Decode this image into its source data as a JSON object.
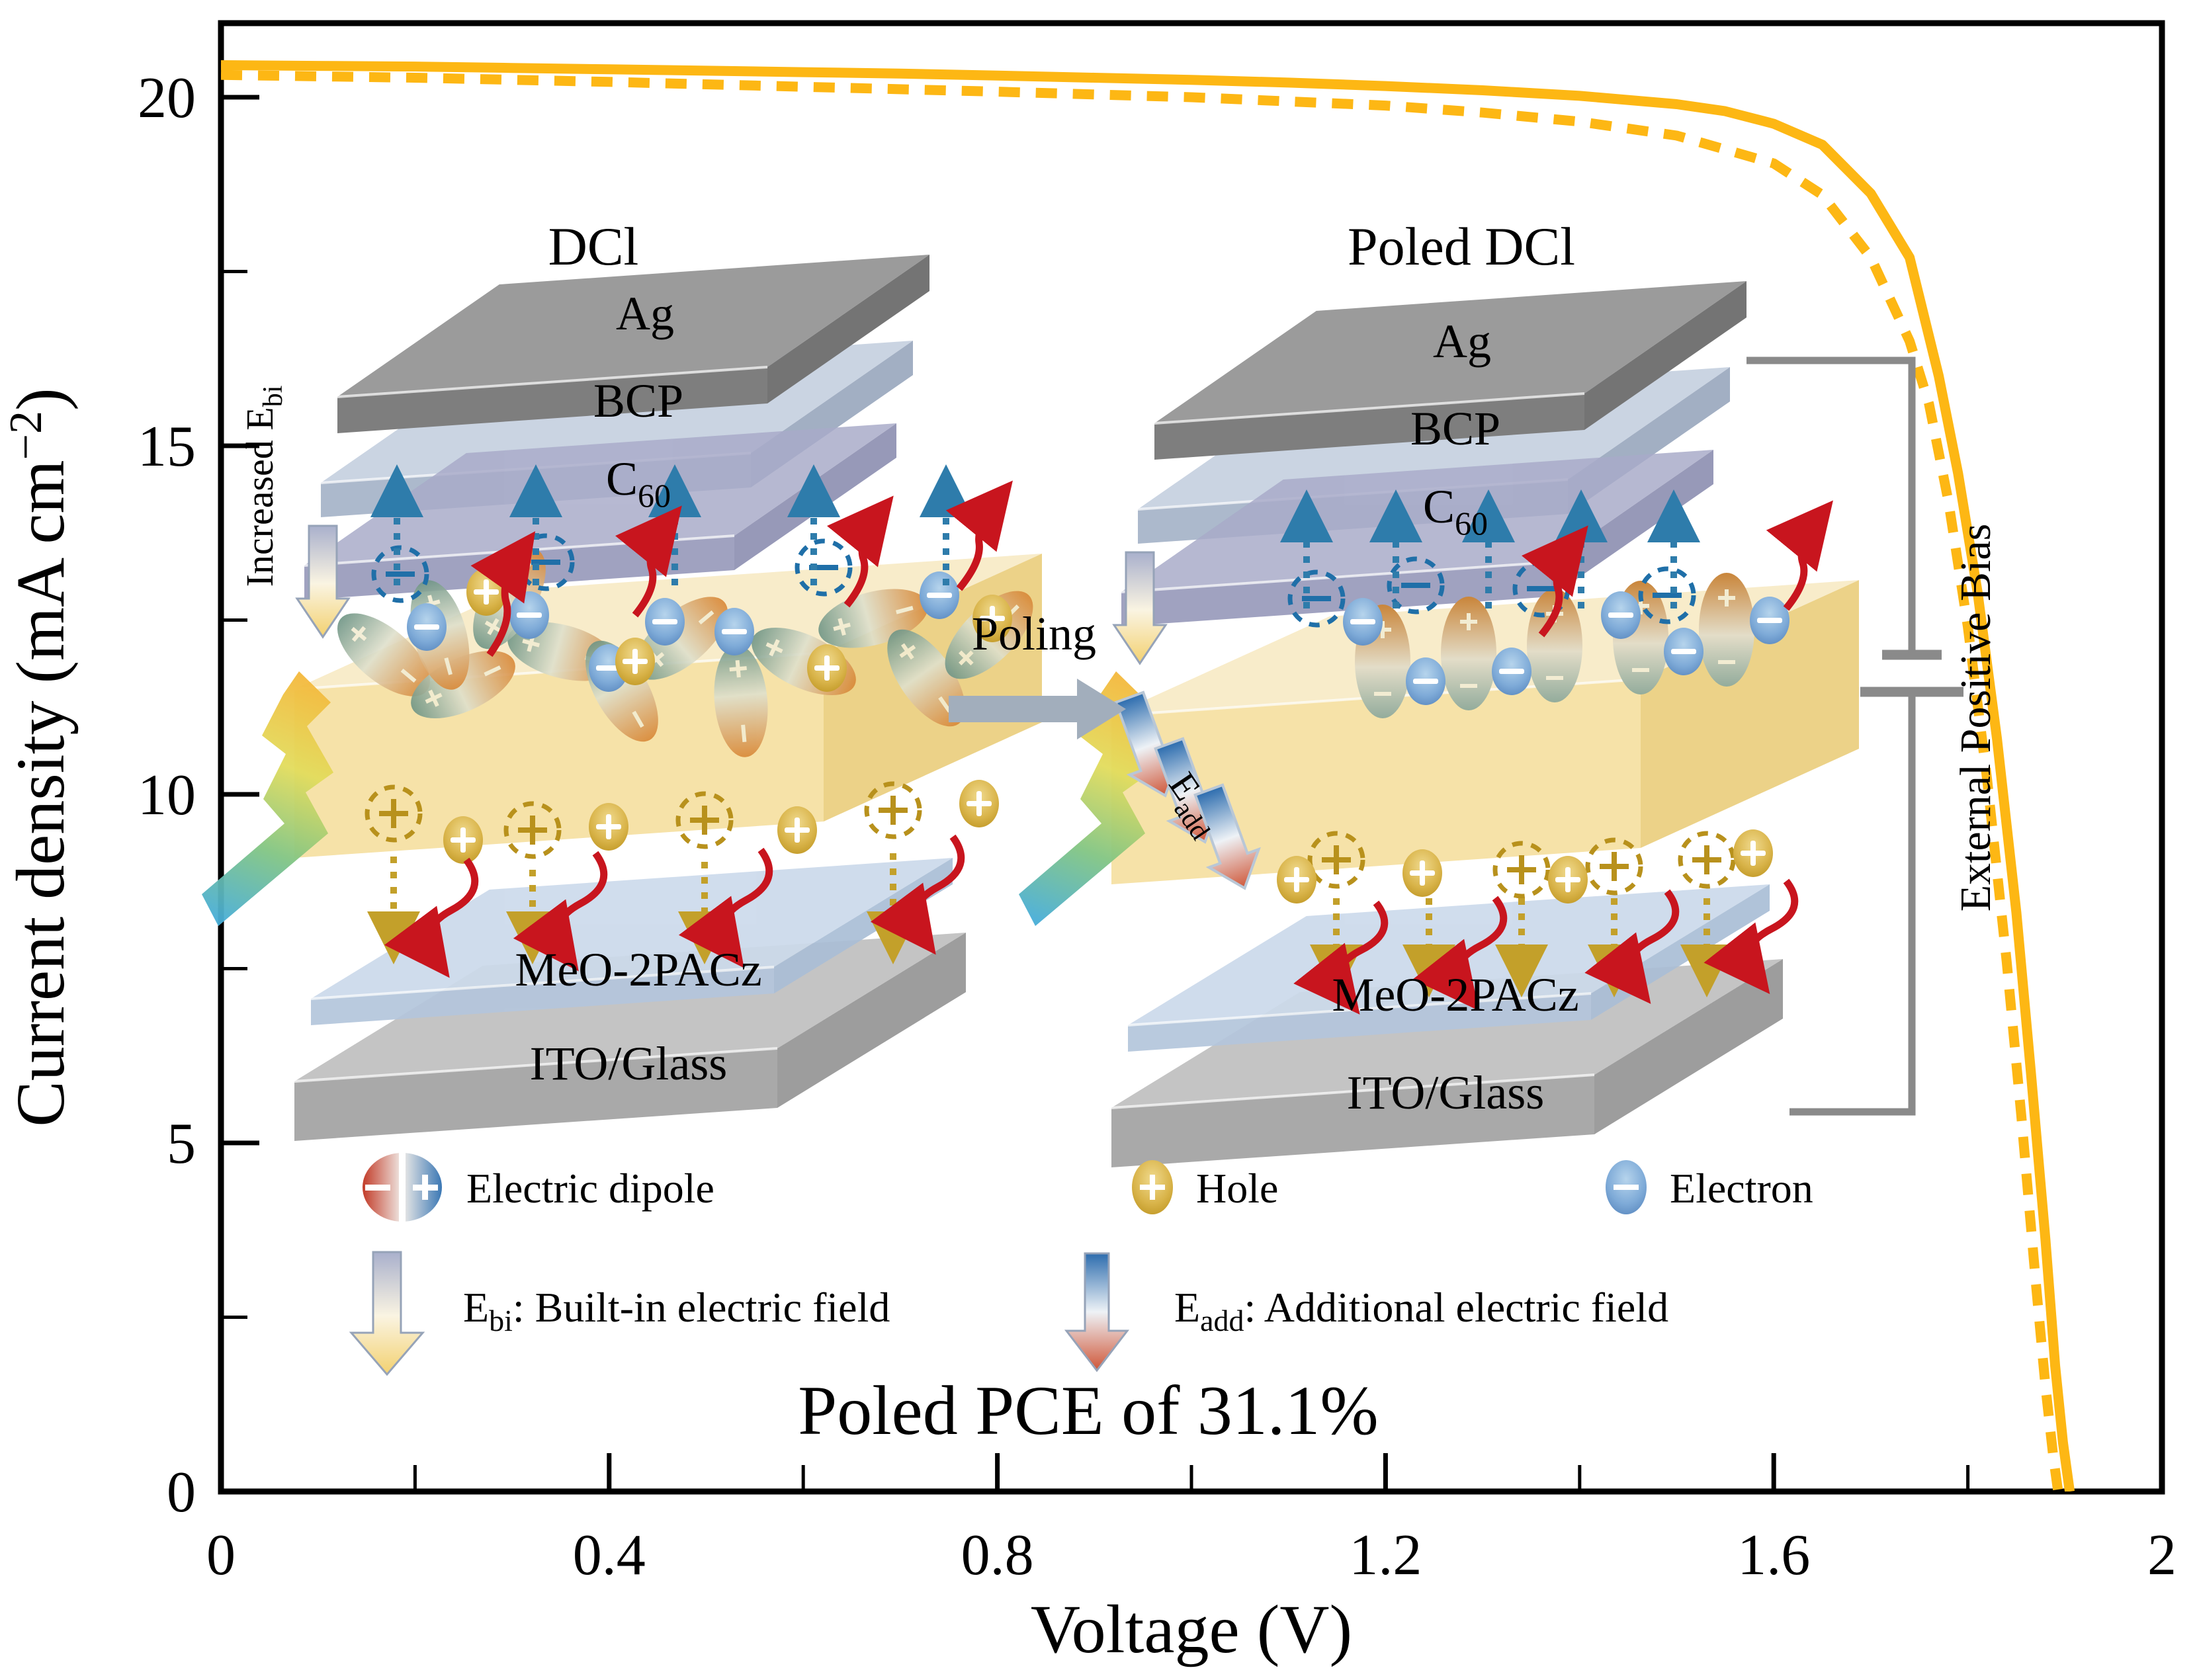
{
  "chart_data": {
    "type": "line",
    "title": "",
    "xlabel": "Voltage (V)",
    "ylabel": "Current density (mA cm⁻²)",
    "xlim": [
      0,
      2
    ],
    "ylim": [
      0,
      21.1
    ],
    "grid": false,
    "legend_position": "none",
    "x_ticks": [
      0,
      0.4,
      0.8,
      1.2,
      1.6,
      2
    ],
    "x_tick_labels": [
      "0",
      "0.4",
      "0.8",
      "1.2",
      "1.6",
      "2"
    ],
    "x_minor_ticks": [
      0.2,
      0.6,
      1.0,
      1.4,
      1.8
    ],
    "y_ticks": [
      0,
      5,
      10,
      15,
      20
    ],
    "y_tick_labels": [
      "0",
      "5",
      "10",
      "15",
      "20"
    ],
    "y_minor_ticks": [
      2.5,
      7.5,
      12.5,
      17.5
    ],
    "series": [
      {
        "name": "Poled DCl",
        "style": "solid",
        "color": "#FDB714",
        "points": [
          [
            0,
            20.46
          ],
          [
            0.1,
            20.45
          ],
          [
            0.2,
            20.44
          ],
          [
            0.3,
            20.42
          ],
          [
            0.4,
            20.4
          ],
          [
            0.5,
            20.38
          ],
          [
            0.6,
            20.36
          ],
          [
            0.7,
            20.34
          ],
          [
            0.8,
            20.31
          ],
          [
            0.9,
            20.28
          ],
          [
            1.0,
            20.25
          ],
          [
            1.1,
            20.21
          ],
          [
            1.2,
            20.16
          ],
          [
            1.3,
            20.1
          ],
          [
            1.4,
            20.02
          ],
          [
            1.5,
            19.9
          ],
          [
            1.55,
            19.8
          ],
          [
            1.6,
            19.62
          ],
          [
            1.65,
            19.32
          ],
          [
            1.7,
            18.62
          ],
          [
            1.74,
            17.7
          ],
          [
            1.77,
            16.0
          ],
          [
            1.79,
            14.6
          ],
          [
            1.81,
            12.9
          ],
          [
            1.83,
            10.8
          ],
          [
            1.85,
            8.3
          ],
          [
            1.865,
            6.0
          ],
          [
            1.88,
            3.6
          ],
          [
            1.89,
            1.8
          ],
          [
            1.898,
            0.7
          ],
          [
            1.905,
            0
          ]
        ]
      },
      {
        "name": "DCl",
        "style": "dashed",
        "color": "#FDB714",
        "points": [
          [
            0,
            20.32
          ],
          [
            0.2,
            20.28
          ],
          [
            0.4,
            20.22
          ],
          [
            0.6,
            20.15
          ],
          [
            0.8,
            20.08
          ],
          [
            1.0,
            20.0
          ],
          [
            1.2,
            19.88
          ],
          [
            1.3,
            19.78
          ],
          [
            1.4,
            19.65
          ],
          [
            1.5,
            19.45
          ],
          [
            1.6,
            19.05
          ],
          [
            1.65,
            18.6
          ],
          [
            1.7,
            17.7
          ],
          [
            1.74,
            16.5
          ],
          [
            1.76,
            15.6
          ],
          [
            1.78,
            14.2
          ],
          [
            1.8,
            12.4
          ],
          [
            1.82,
            10.2
          ],
          [
            1.84,
            7.6
          ],
          [
            1.855,
            5.4
          ],
          [
            1.87,
            3.0
          ],
          [
            1.88,
            1.5
          ],
          [
            1.888,
            0.5
          ],
          [
            1.893,
            0
          ]
        ]
      }
    ],
    "annotation": {
      "text": "Poled PCE of 31.1%",
      "color": "#cf3030"
    }
  },
  "axis": {
    "xlabel": "Voltage (V)",
    "ylabel_main": "Current density (mA cm",
    "ylabel_sup": "−2",
    "ylabel_close": ")"
  },
  "diagram": {
    "left_device": {
      "title": "DCl"
    },
    "right_device": {
      "title": "Poled DCl"
    },
    "layers": {
      "ag": "Ag",
      "bcp": "BCP",
      "c60_base": "C",
      "c60_sub": "60",
      "htl": "MeO-2PACz",
      "substrate": "ITO/Glass"
    },
    "labels": {
      "increased_ebi_main": "Increased E",
      "increased_ebi_sub": "bi",
      "poling": "Poling",
      "eadd_main": "E",
      "eadd_sub": "add",
      "external_bias": "External Positive Bias"
    }
  },
  "legend": {
    "dipole": "Electric dipole",
    "hole": "Hole",
    "electron": "Electron",
    "ebi_main": "E",
    "ebi_sub": "bi",
    "ebi_rest": ": Built-in electric field",
    "eadd_main": "E",
    "eadd_sub": "add",
    "eadd_rest": ": Additional electric field"
  },
  "pce_text": "Poled PCE of 31.1%",
  "colors": {
    "curve": "#FDB714",
    "pce": "#cf3030",
    "poling_text": "#c63412",
    "eadd_text": "#c63412",
    "increased_ebi_text": "#1b6ca8",
    "wire": "#8a8a8a",
    "electron": "#5e92c8",
    "hole": "#c79e22",
    "red_arrow": "#c8151e",
    "blue_arrow": "#2e7cab",
    "gold_arrow": "#c3a02a"
  }
}
